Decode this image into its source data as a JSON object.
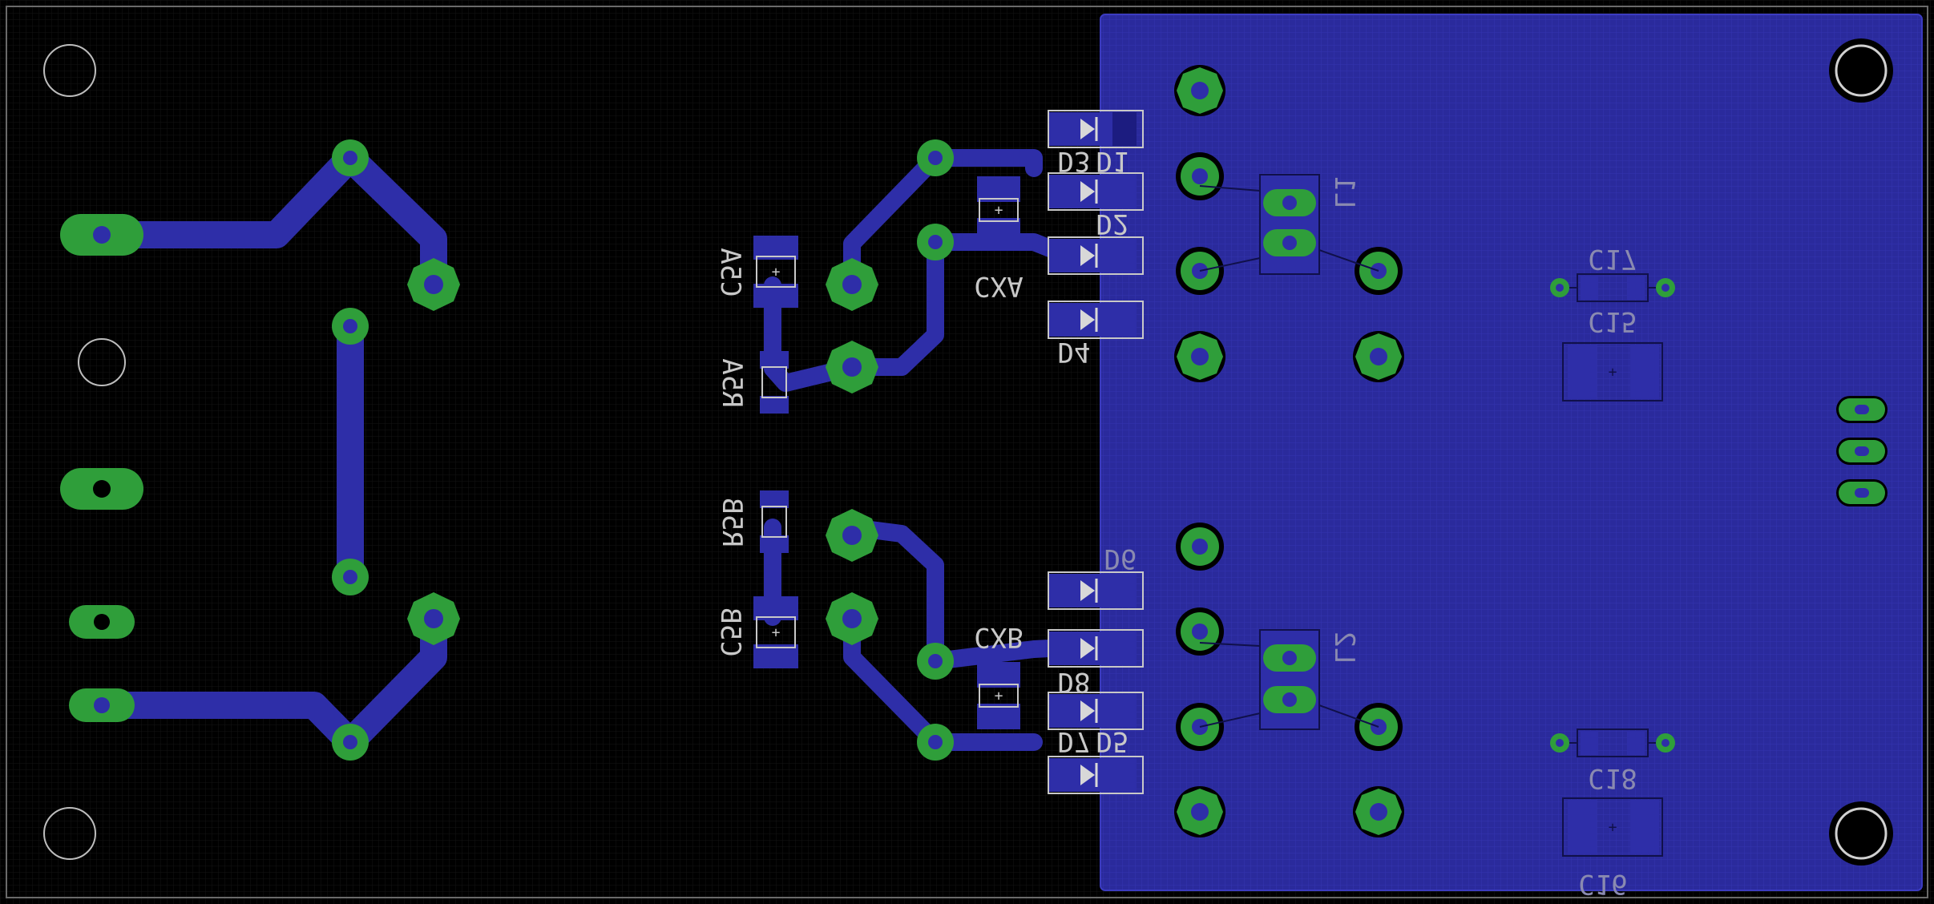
{
  "board": {
    "labels": {
      "D1": "D1",
      "D2": "D2",
      "D3": "D3",
      "D4": "D4",
      "D5": "D5",
      "D6": "D6",
      "D7": "D7",
      "D8": "D8",
      "L1": "L1",
      "L2": "L2",
      "C5A": "C5A",
      "R5A": "R5A",
      "R5B": "R5B",
      "C5B": "C5B",
      "CXA": "CXA",
      "CXB": "CXB",
      "C17": "C17",
      "C15": "C15",
      "C18": "C18",
      "C16": "C16"
    },
    "colors": {
      "background": "#000000",
      "copper_top": "#2e2ea8",
      "ground_pour": "#2a2a9c",
      "pads": "#2f9e3a",
      "silkscreen": "#c8c8c8",
      "board_outline": "#6a6a6a"
    }
  }
}
